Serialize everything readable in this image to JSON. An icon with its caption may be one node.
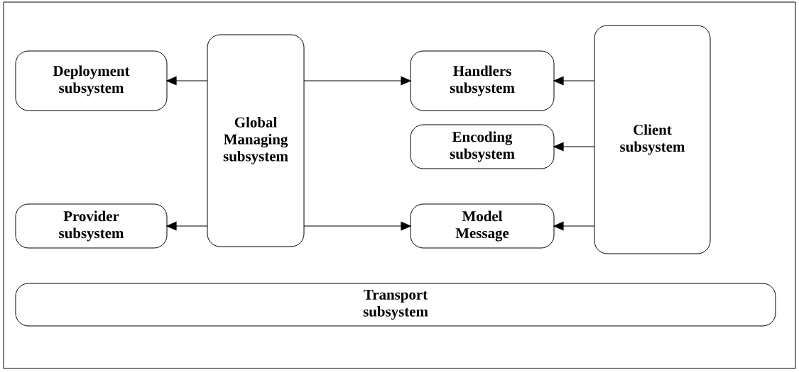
{
  "diagram": {
    "nodes": [
      {
        "text": [
          "Deployment subsystem"
        ]
      },
      {
        "text": [
          "Global Managing subsystem"
        ]
      },
      {
        "text": [
          "Handlers subsystem"
        ]
      },
      {
        "text": [
          "Client subsystem"
        ]
      },
      {
        "text": [
          "Encoding subsystem"
        ]
      },
      {
        "text": [
          "Provider subsystem"
        ]
      },
      {
        "text": [
          "Model Message"
        ]
      },
      {
        "text": [
          "Transport subsystem"
        ]
      }
    ],
    "edges": [
      {
        "from": 1,
        "to": 0,
        "arrow": "to"
      },
      {
        "from": 1,
        "to": 5,
        "arrow": "to"
      },
      {
        "from": 1,
        "to": 2,
        "arrow": "to"
      },
      {
        "from": 1,
        "to": 6,
        "arrow": "to"
      },
      {
        "from": 3,
        "to": 2,
        "arrow": "to"
      },
      {
        "from": 3,
        "to": 4,
        "arrow": "to"
      },
      {
        "from": 3,
        "to": 6,
        "arrow": "to"
      }
    ]
  }
}
